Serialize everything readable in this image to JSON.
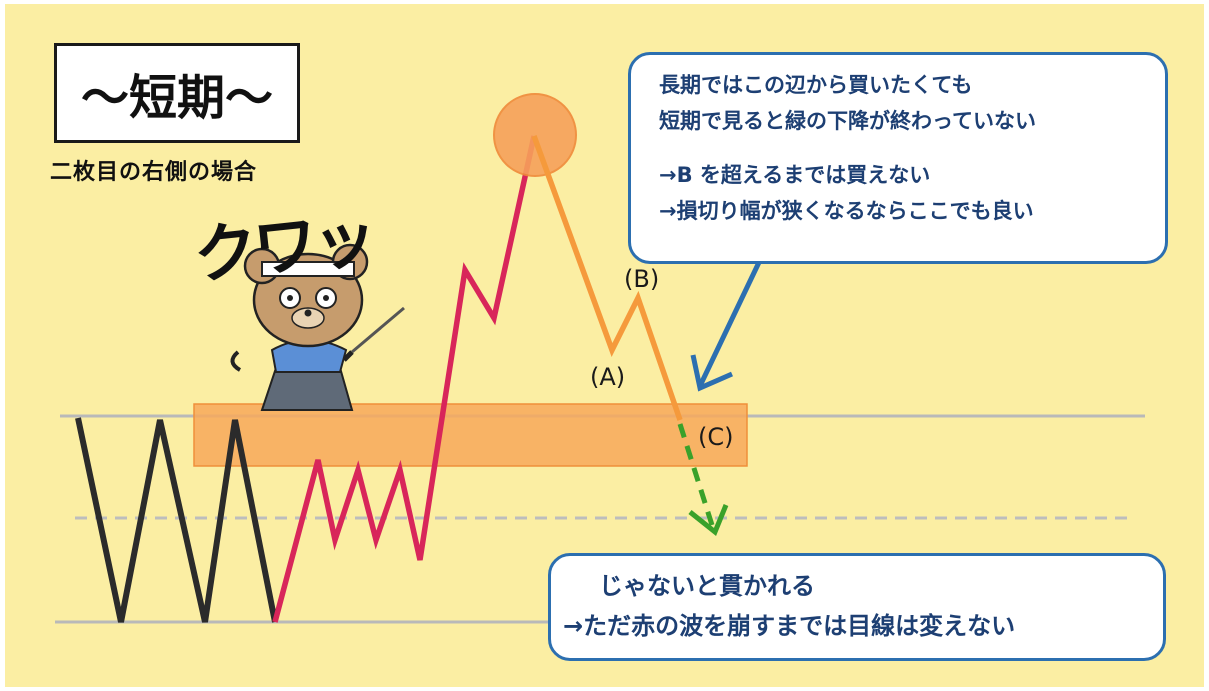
{
  "title": "～短期～",
  "subtitle": "二枚目の右側の場合",
  "sfx_text": "クワッ",
  "points": {
    "a": "(A)",
    "b": "(B)",
    "c": "(C)"
  },
  "callout_top": {
    "line1": "長期ではこの辺から買いたくても",
    "line2": "短期で見ると緑の下降が終わっていない",
    "line3": "→B を超えるまでは買えない",
    "line4": "→損切り幅が狭くなるならここでも良い"
  },
  "callout_bottom": {
    "line1": "じゃないと貫かれる",
    "line2": "→ただ赤の波を崩すまでは目線は変えない"
  },
  "colors": {
    "background": "#fbeea3",
    "black_wave": "#2b2b2b",
    "red_wave": "#d8265a",
    "orange_wave": "#f59a3c",
    "green_arrow": "#3aa12a",
    "zone": "#f7a85a",
    "callout_border": "#2c6fb0",
    "callout_text": "#1d3f73"
  },
  "icons": {
    "samurai": "samurai-mascot-icon",
    "pointer": "blue-arrow-icon",
    "down": "green-dashed-arrow-icon",
    "peak": "orange-circle-icon"
  }
}
